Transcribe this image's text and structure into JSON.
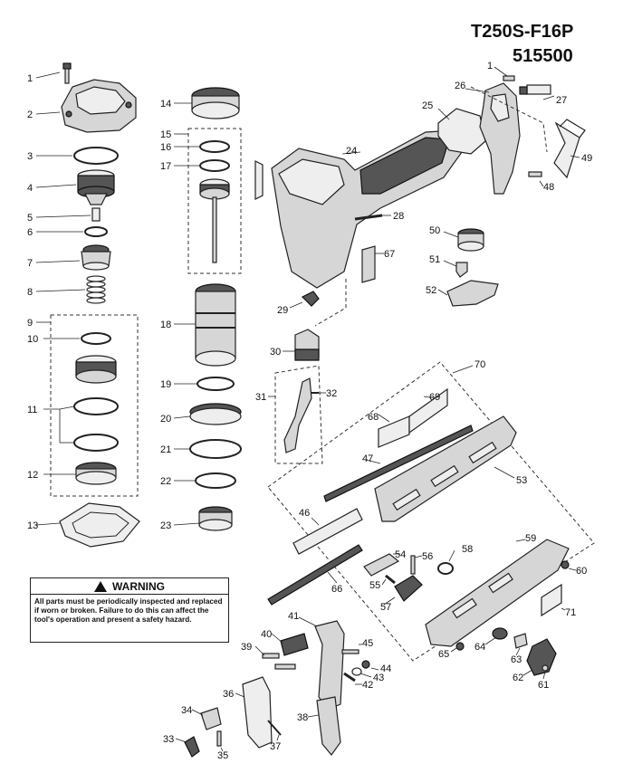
{
  "header": {
    "model": "T250S-F16P",
    "part_number": "515500"
  },
  "warning": {
    "title": "WARNING",
    "text": "All parts must be periodically inspected and replaced if worn or broken. Failure to do this can affect the tool's operation and present a safety hazard."
  },
  "callouts": {
    "c1": "1",
    "c2": "2",
    "c3": "3",
    "c4": "4",
    "c5": "5",
    "c6": "6",
    "c7": "7",
    "c8": "8",
    "c9": "9",
    "c10": "10",
    "c11": "11",
    "c12": "12",
    "c13": "13",
    "c14": "14",
    "c15": "15",
    "c16": "16",
    "c17": "17",
    "c18": "18",
    "c19": "19",
    "c20": "20",
    "c21": "21",
    "c22": "22",
    "c23": "23",
    "c24": "24",
    "c25": "25",
    "c26": "26",
    "c27": "27",
    "c28": "28",
    "c29": "29",
    "c30": "30",
    "c31": "31",
    "c32": "32",
    "c33": "33",
    "c34": "34",
    "c35": "35",
    "c36": "36",
    "c37": "37",
    "c38": "38",
    "c39": "39",
    "c40": "40",
    "c41": "41",
    "c42": "42",
    "c43": "43",
    "c44": "44",
    "c45": "45",
    "c46": "46",
    "c47": "47",
    "c48": "48",
    "c49": "49",
    "c50": "50",
    "c51": "51",
    "c52": "52",
    "c53": "53",
    "c54": "54",
    "c55": "55",
    "c56": "56",
    "c57": "57",
    "c58": "58",
    "c59": "59",
    "c60": "60",
    "c61": "61",
    "c62": "62",
    "c63": "63",
    "c64": "64",
    "c65": "65",
    "c66": "66",
    "c67": "67",
    "c68": "68",
    "c69": "69",
    "c70": "70",
    "c71": "71",
    "c1b": "1"
  }
}
